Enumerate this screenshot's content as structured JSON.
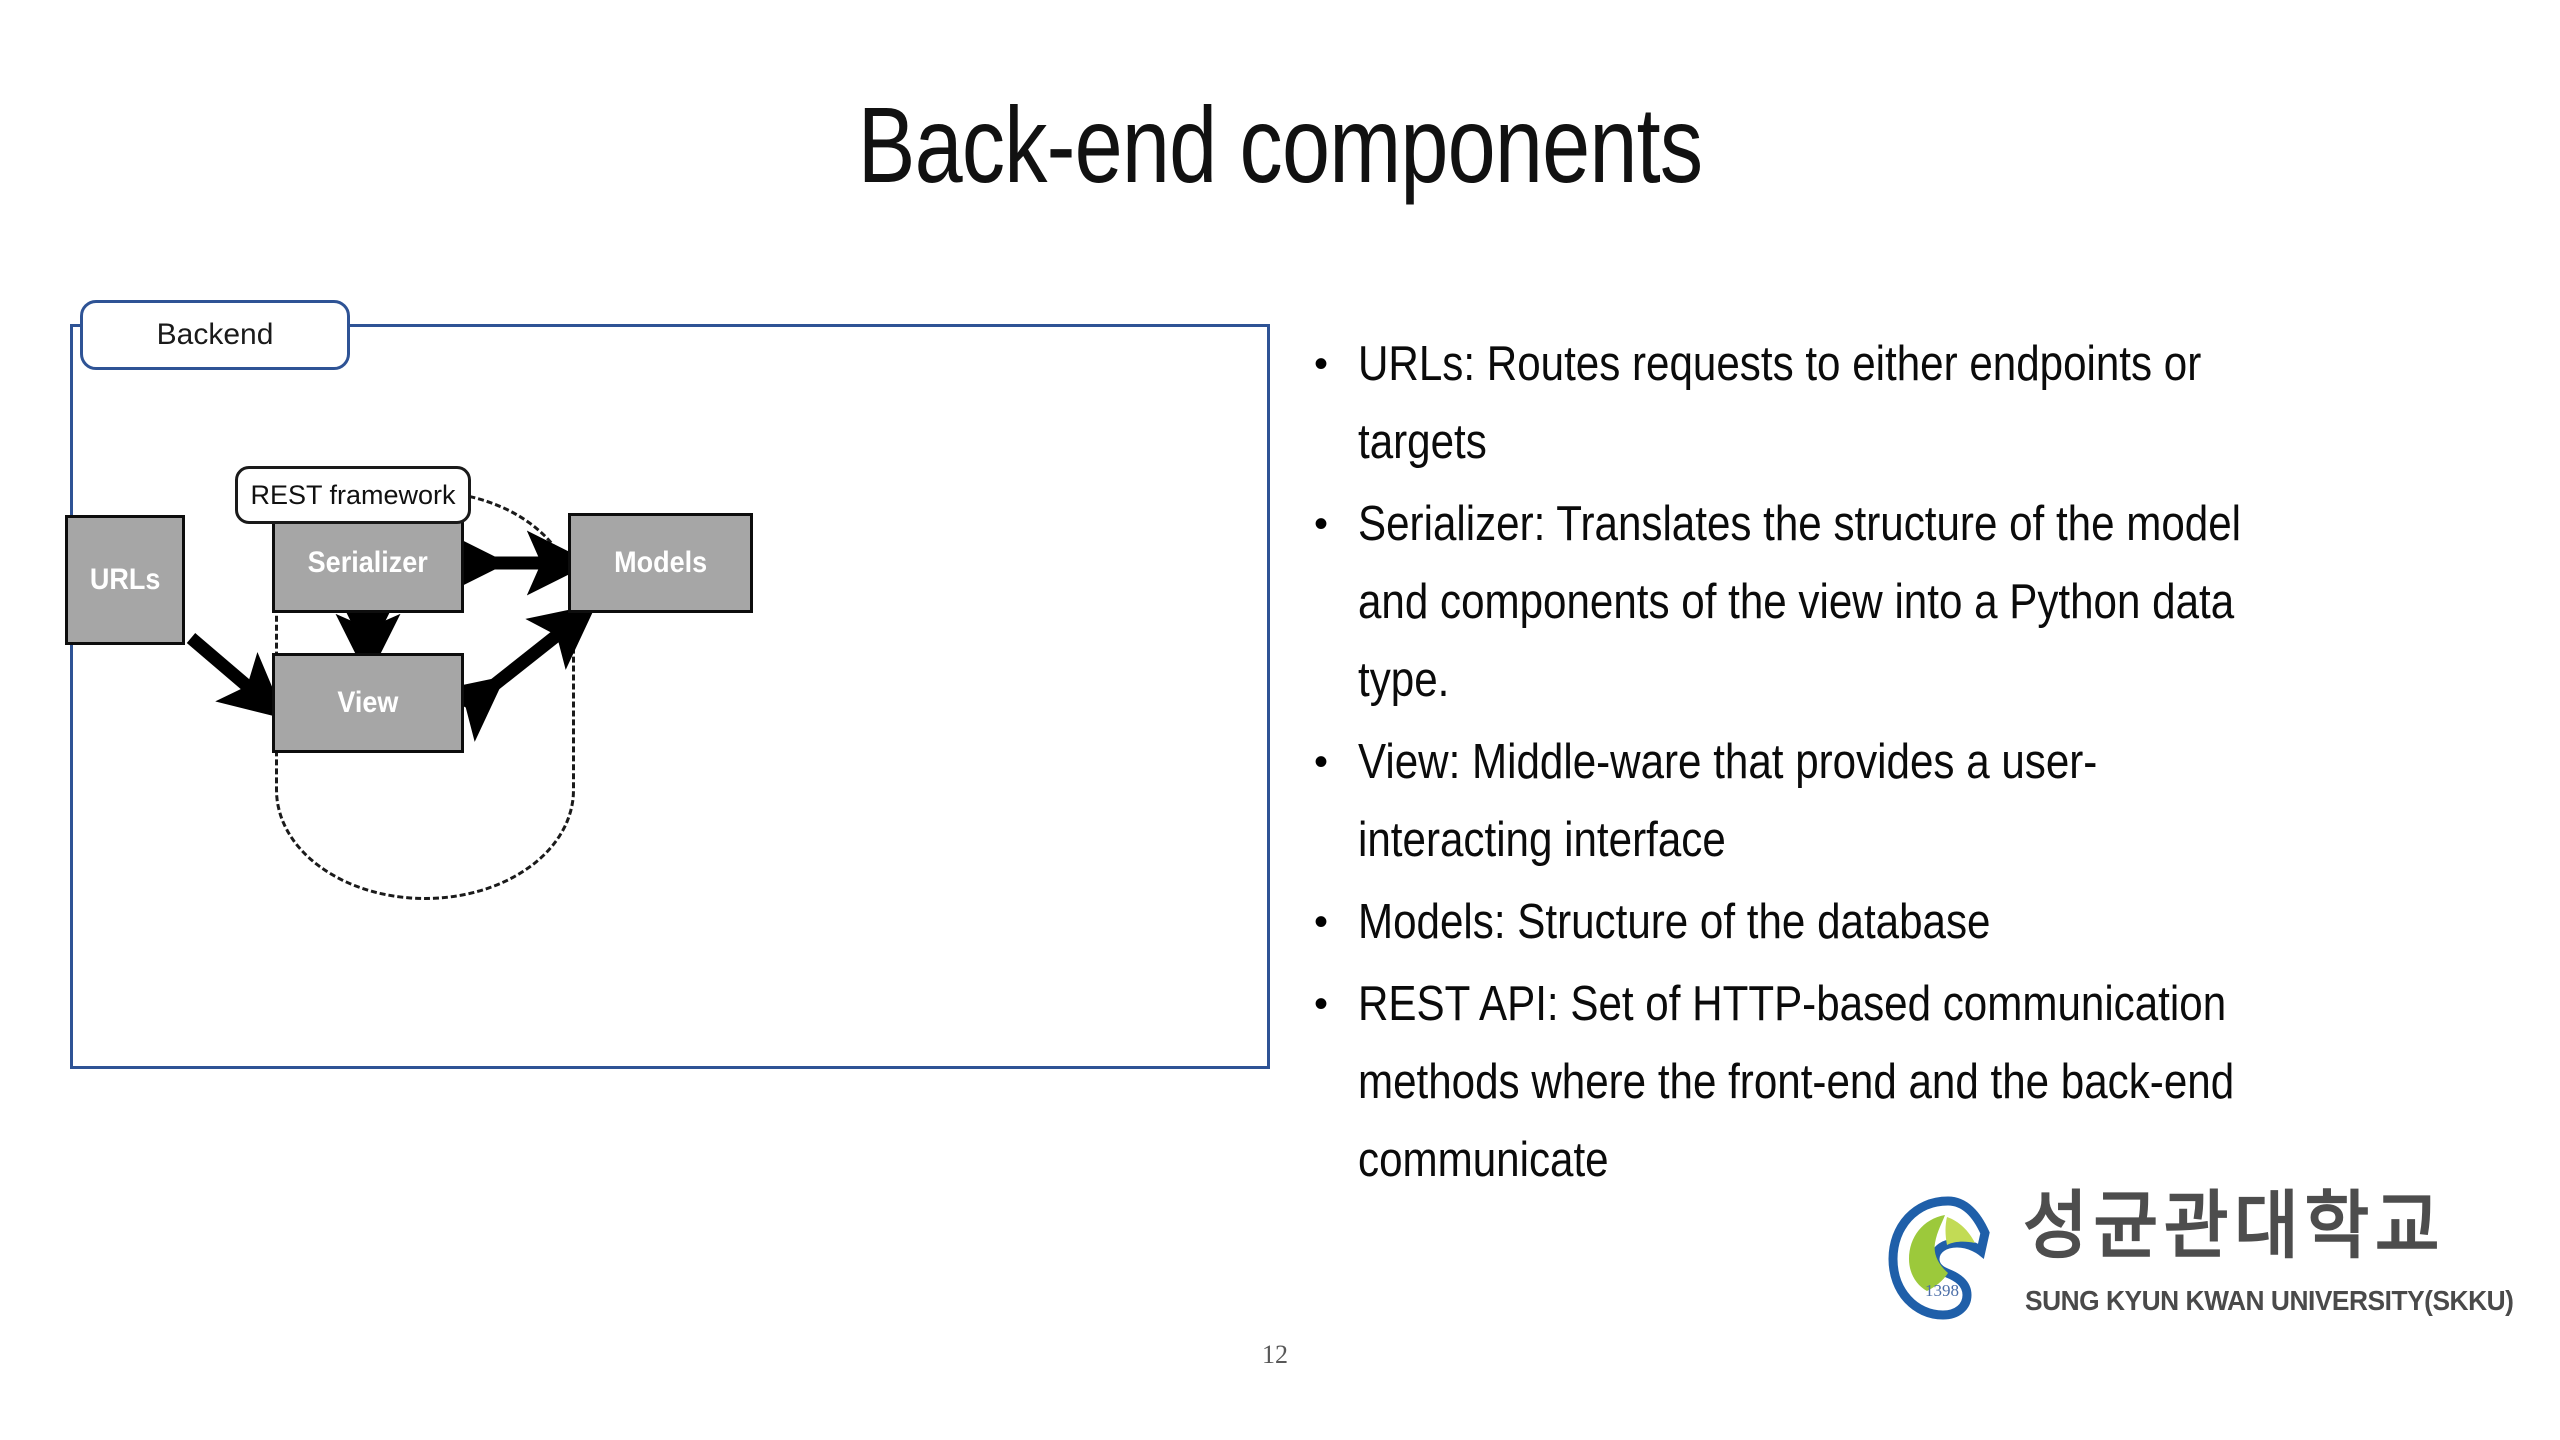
{
  "slide": {
    "title": "Back-end components",
    "page_number": "12"
  },
  "diagram": {
    "outer_label": "Backend",
    "dashed_label": "REST framework",
    "nodes": [
      {
        "id": "urls",
        "label": "URLs"
      },
      {
        "id": "serializer",
        "label": "Serializer"
      },
      {
        "id": "view",
        "label": "View"
      },
      {
        "id": "models",
        "label": "Models"
      }
    ],
    "arrows": [
      {
        "from": "urls",
        "to": "view",
        "heads": "single"
      },
      {
        "from": "serializer",
        "to": "view",
        "heads": "double"
      },
      {
        "from": "serializer",
        "to": "models",
        "heads": "double"
      },
      {
        "from": "view",
        "to": "models",
        "heads": "double"
      }
    ],
    "colors": {
      "node_fill": "#A6A6A6",
      "node_border": "#0d0d0d",
      "node_text": "#ffffff",
      "frame_blue": "#2E5395",
      "dashed_black": "#1a1a1a"
    }
  },
  "bullets": [
    {
      "marker": "•",
      "text": "URLs: Routes requests to either endpoints or targets"
    },
    {
      "marker": "•",
      "text": "Serializer: Translates the structure of the model and components of the view into a Python data type."
    },
    {
      "marker": "•",
      "text": "View: Middle-ware that provides a user-interacting interface"
    },
    {
      "marker": "•",
      "text": "Models: Structure of the database"
    },
    {
      "marker": "•",
      "text": "REST API: Set of HTTP-based communication methods where the front-end and the back-end communicate"
    }
  ],
  "logo": {
    "korean_name": "성균관대학교",
    "english_name": "SUNG KYUN KWAN UNIVERSITY(SKKU)",
    "founded_year": "1398"
  }
}
